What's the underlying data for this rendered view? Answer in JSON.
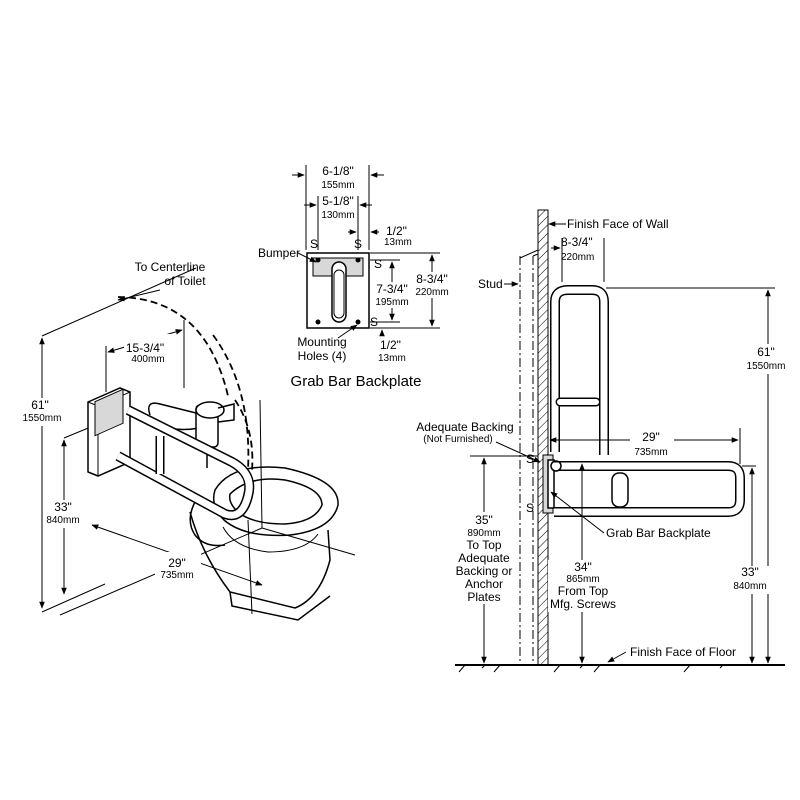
{
  "title": "Grab Bar Backplate",
  "left_view": {
    "centerline_label": [
      "To Centerline",
      "of Toilet"
    ],
    "dim_offset": {
      "imperial": "15-3/4\"",
      "metric": "400mm"
    },
    "dim_height_total": {
      "imperial": "61\"",
      "metric": "1550mm"
    },
    "dim_height_bar": {
      "imperial": "33\"",
      "metric": "840mm"
    },
    "dim_length": {
      "imperial": "29\"",
      "metric": "735mm"
    }
  },
  "backplate_view": {
    "dim_width_outer": {
      "imperial": "6-1/8\"",
      "metric": "155mm"
    },
    "dim_width_holes": {
      "imperial": "5-1/8\"",
      "metric": "130mm"
    },
    "dim_edge_top": {
      "imperial": "1/2\"",
      "metric": "13mm"
    },
    "dim_height_outer": {
      "imperial": "8-3/4\"",
      "metric": "220mm"
    },
    "dim_height_holes": {
      "imperial": "7-3/4\"",
      "metric": "195mm"
    },
    "dim_edge_bottom": {
      "imperial": "1/2\"",
      "metric": "13mm"
    },
    "bumper_label": "Bumper",
    "holes_label": [
      "Mounting",
      "Holes (4)"
    ],
    "screw_symbol": "S"
  },
  "right_view": {
    "wall_label": "Finish Face of Wall",
    "floor_label": "Finish Face of Floor",
    "stud_label": "Stud",
    "backing_label": "Adequate Backing",
    "backing_note": "(Not Furnished)",
    "backplate_label": "Grab Bar Backplate",
    "dim_projection": {
      "imperial": "8-3/4\"",
      "metric": "220mm"
    },
    "dim_height_total": {
      "imperial": "61\"",
      "metric": "1550mm"
    },
    "dim_length": {
      "imperial": "29\"",
      "metric": "735mm"
    },
    "dim_height_bar": {
      "imperial": "33\"",
      "metric": "840mm"
    },
    "dim_backing": {
      "imperial": "35\"",
      "metric": "890mm",
      "note": [
        "To Top",
        "Adequate",
        "Backing or",
        "Anchor",
        "Plates"
      ]
    },
    "dim_screws": {
      "imperial": "34\"",
      "metric": "865mm",
      "note": [
        "From Top",
        "Mfg. Screws"
      ]
    },
    "screw_symbol": "S"
  }
}
